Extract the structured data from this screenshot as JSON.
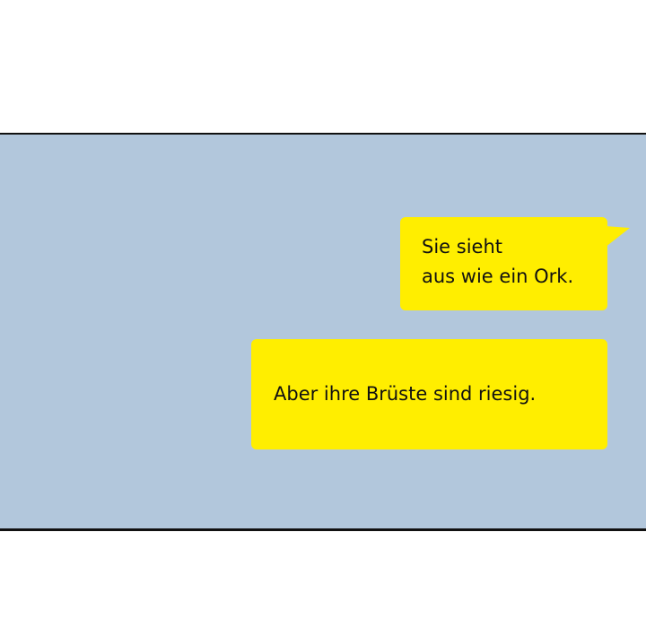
{
  "colors": {
    "background": "#ffffff",
    "panel": "#b2c7dc",
    "panel_border": "#111111",
    "bubble": "#ffee00",
    "text": "#111111"
  },
  "messages": [
    {
      "lines": [
        "Sie sieht",
        "aus wie ein Ork."
      ],
      "has_tail": true
    },
    {
      "lines": [
        "Aber ihre Brüste sind riesig."
      ],
      "has_tail": false
    }
  ]
}
